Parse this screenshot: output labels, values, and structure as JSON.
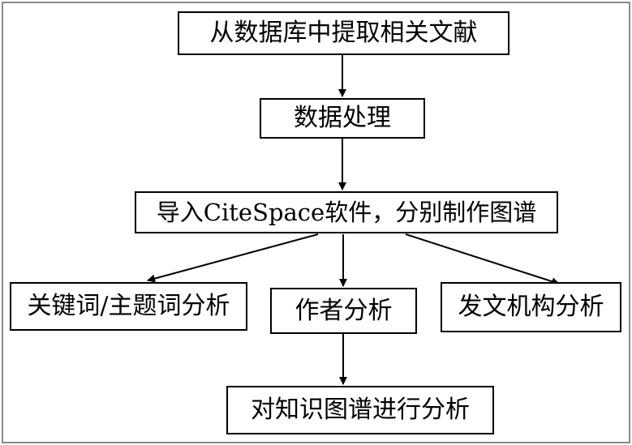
{
  "flowchart": {
    "steps": {
      "extract": "从数据库中提取相关文献",
      "process": "数据处理",
      "import": "导入CiteSpace软件，分别制作图谱",
      "keyword": "关键词/主题词分析",
      "author": "作者分析",
      "institution": "发文机构分析",
      "analyze": "对知识图谱进行分析"
    },
    "colors": {
      "stroke": "#000000",
      "frame": "#8a8a8a",
      "background": "#ffffff"
    }
  }
}
